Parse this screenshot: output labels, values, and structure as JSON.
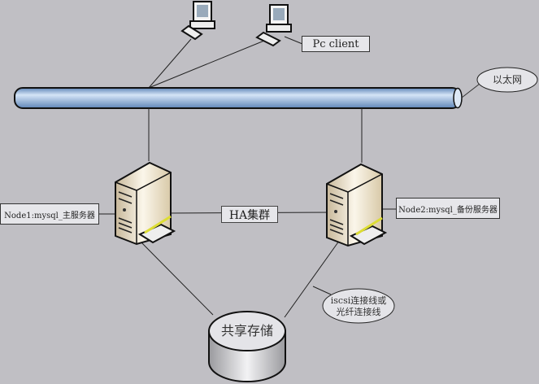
{
  "labels": {
    "pc_client": "Pc client",
    "ethernet": "以太网",
    "node1": "Node1:mysql_主服务器",
    "node2": "Node2:mysql_备份服务器",
    "ha_cluster": "HA集群",
    "shared_storage": "共享存储",
    "iscsi_line1": "iscsi连接线或",
    "iscsi_line2": "光纤连接线"
  },
  "colors": {
    "background": "#c0bfc4",
    "bus": "#8fb3dc",
    "label_bg": "#e6e6ea"
  }
}
